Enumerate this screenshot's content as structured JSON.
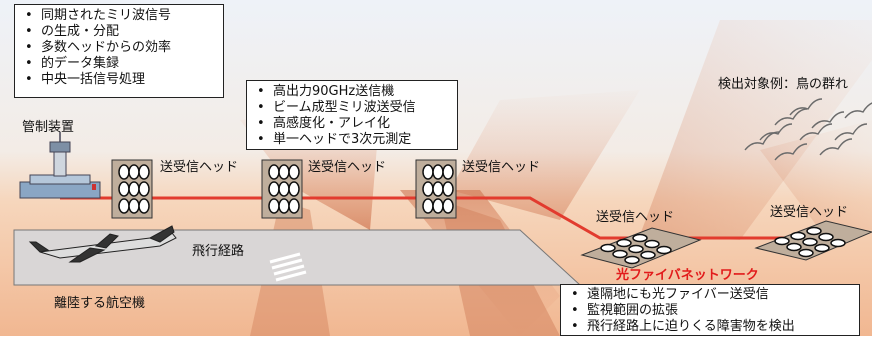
{
  "box_top_left": {
    "items": [
      "同期されたミリ波信号",
      "の生成・分配",
      "多数ヘッドからの効率",
      "的データ集録",
      "中央一括信号処理"
    ]
  },
  "box_top_mid": {
    "items": [
      "高出力90GHz送信機",
      "ビーム成型ミリ波送受信",
      "高感度化・アレイ化",
      "単一ヘッドで3次元測定"
    ]
  },
  "box_bottom": {
    "items": [
      "遠隔地にも光ファイバー送受信",
      "監視範囲の拡張",
      "飛行経路上に迫りくる障害物を検出"
    ]
  },
  "labels": {
    "control": "管制装置",
    "head1": "送受信ヘッド",
    "head2": "送受信ヘッド",
    "head3": "送受信ヘッド",
    "head4": "送受信ヘッド",
    "head5": "送受信ヘッド",
    "flight_path": "飛行経路",
    "departing": "離陸する航空機",
    "fiber": "光ファイバネットワーク",
    "target": "検出対象例：鳥の群れ"
  },
  "colors": {
    "sky_top": "#e9eef5",
    "ground": "#f4c9a6",
    "red_line": "#e23b2e",
    "beam": "#d87a55",
    "fiber_text": "#e21b1b"
  }
}
